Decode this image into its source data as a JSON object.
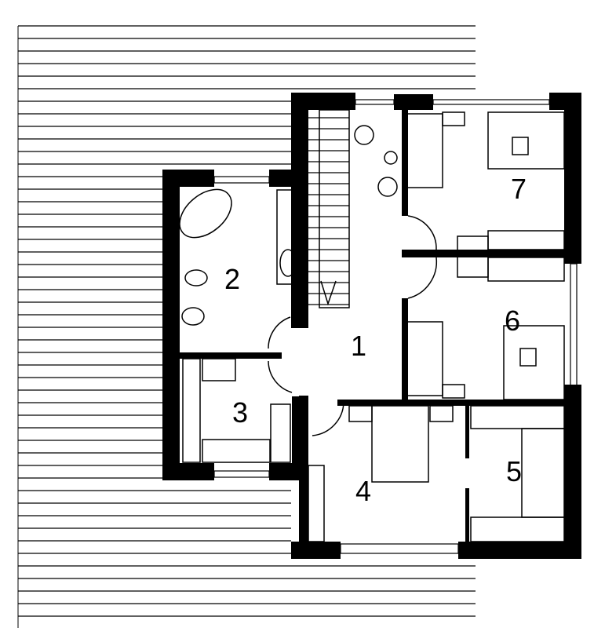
{
  "colors": {
    "wall": "#000000",
    "background": "#ffffff",
    "line": "#000000"
  },
  "rooms": [
    {
      "id": "1",
      "label": "1"
    },
    {
      "id": "2",
      "label": "2"
    },
    {
      "id": "3",
      "label": "3"
    },
    {
      "id": "4",
      "label": "4"
    },
    {
      "id": "5",
      "label": "5"
    },
    {
      "id": "6",
      "label": "6"
    },
    {
      "id": "7",
      "label": "7"
    }
  ]
}
